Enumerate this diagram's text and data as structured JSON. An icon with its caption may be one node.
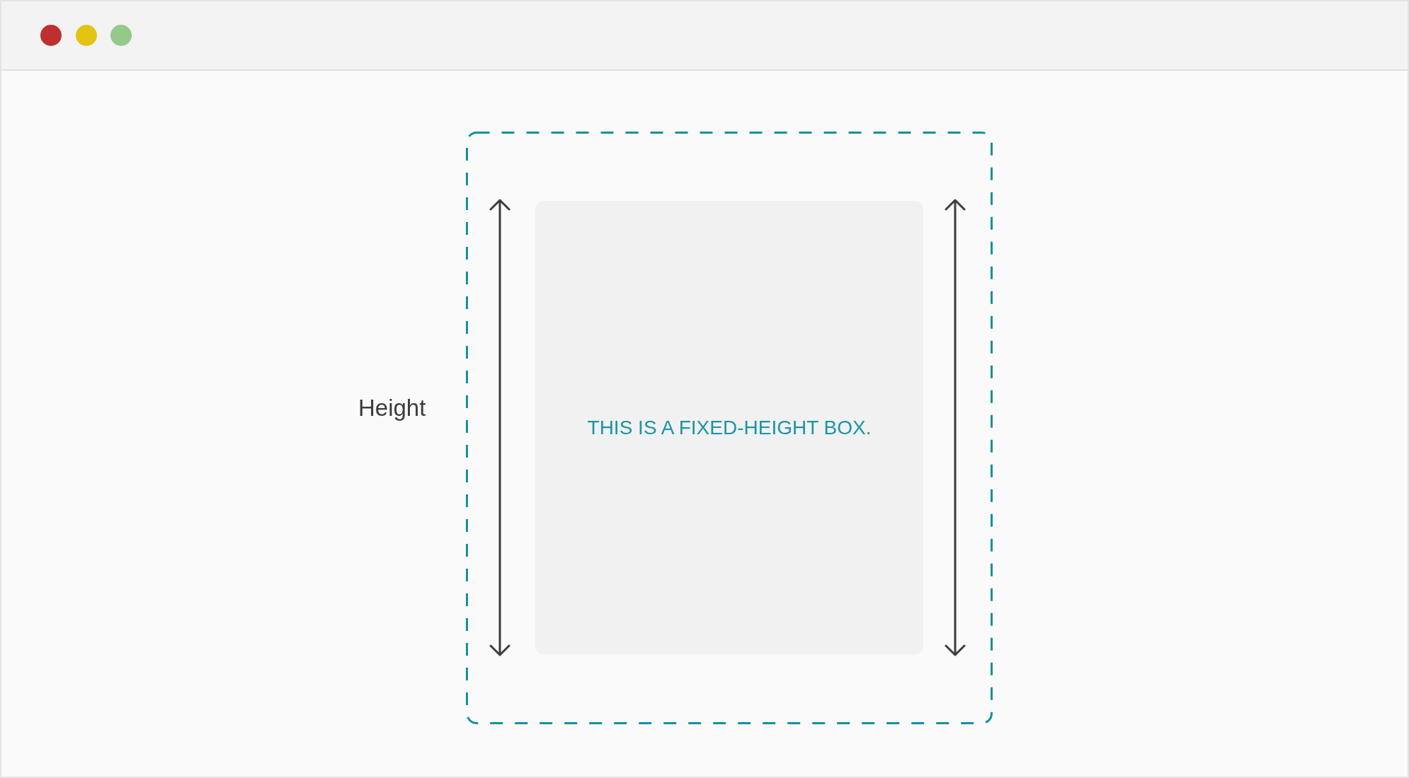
{
  "diagram": {
    "nodes": [
      {
        "text": [],
        "shape": "box"
      },
      {
        "text": [
          "THIS IS A FIXED-HEIGHT BOX."
        ],
        "in": 0
      }
    ],
    "labels": [
      "Height"
    ]
  }
}
